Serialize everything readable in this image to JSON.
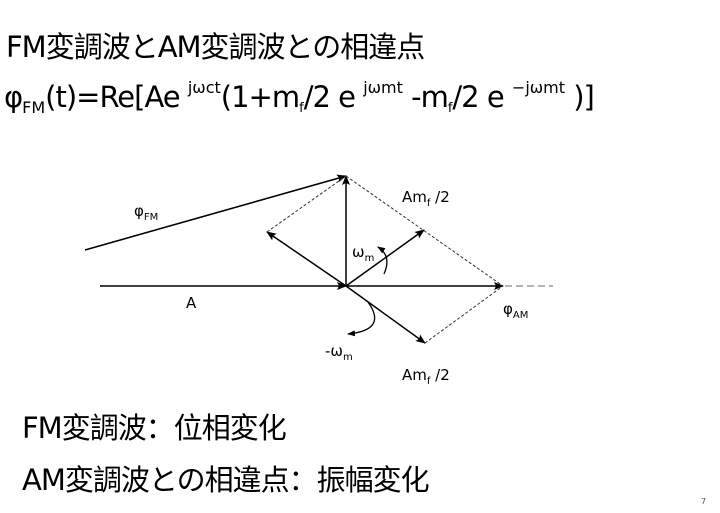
{
  "slide": {
    "title": "FM変調波とAM変調波との相違点",
    "formula": {
      "lhs_symbol": "φ",
      "lhs_sub": "FM",
      "lhs_arg": "(t)=Re[Ae ",
      "exp1": "jωct",
      "part2": "(1+m",
      "mf_sub1": "f",
      "part3": "/2 e ",
      "exp2": "jωmt",
      "part4": " -m",
      "mf_sub2": "f",
      "part5": "/2 e ",
      "exp3": "−jωmt",
      "part6": " )]"
    },
    "diagram": {
      "labels": {
        "phi_fm_symbol": "φ",
        "phi_fm_sub": "FM",
        "a_label": "A",
        "phi_am_symbol": "φ",
        "phi_am_sub": "AM",
        "omega_pos_symbol": "ω",
        "omega_pos_sub": "m",
        "omega_neg_symbol": "-ω",
        "omega_neg_sub": "m",
        "amf_top_main": "Am",
        "amf_top_sub": "f",
        "amf_top_tail": " /2",
        "amf_bot_main": "Am",
        "amf_bot_sub": "f",
        "amf_bot_tail": " /2"
      }
    },
    "bottom_lines": [
      "FM変調波：位相変化",
      "AM変調波との相違点：振幅変化"
    ],
    "page_number": "7"
  }
}
